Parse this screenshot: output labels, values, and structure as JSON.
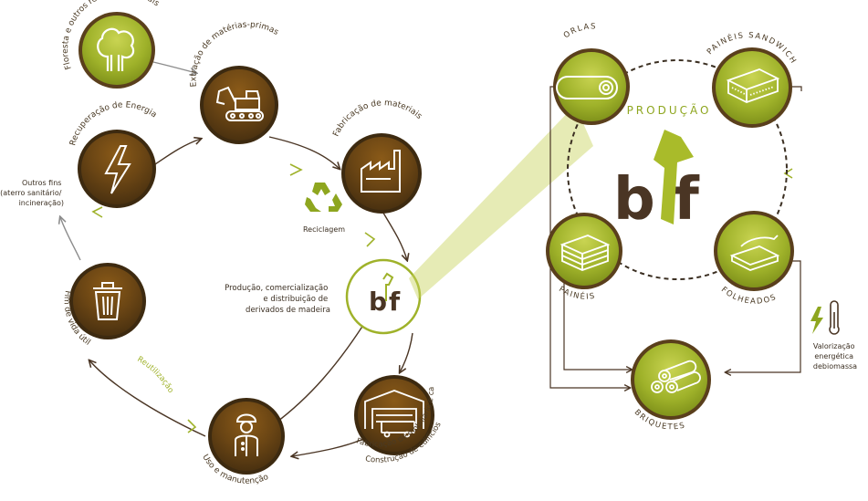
{
  "cycle": {
    "floresta": "Floresta e outros recursos naturais",
    "extracao": "Extração de matérias-primas",
    "fabricacao": "Fabricação de materiais",
    "reciclagem": "Reciclagem",
    "producao_text": [
      "Produção, comercialização",
      "e distribuição de",
      "derivados de madeira"
    ],
    "mobiliario": "Fabricação de mobiliário e carpintaria",
    "construcao": "Construção de edifícios",
    "uso": "Uso e manutenção",
    "reutilizacao": "Reutilização",
    "fim_vida": "Fim de vida útil",
    "outros_fins": [
      "Outros fins",
      "(aterro sanitário/",
      "incineração)"
    ],
    "recuperacao": "Recuperação de Energia"
  },
  "logo": {
    "b": "b",
    "f": "f"
  },
  "production": {
    "title": "PRODUÇÃO",
    "orlas": "ORLAS",
    "paineis_sandwich": "PAINÉIS SANDWICH",
    "paineis": "PAINÉIS",
    "folheados": "FOLHEADOS",
    "briquetes": "BRIQUETES",
    "valorizacao": [
      "Valorização",
      "energética",
      "debiomassa"
    ]
  },
  "colors": {
    "brown": "#5a3f1c",
    "amber": "#b8821a",
    "green": "#8ea61f",
    "lime": "#c7d35a",
    "arrow": "#4a3524"
  }
}
